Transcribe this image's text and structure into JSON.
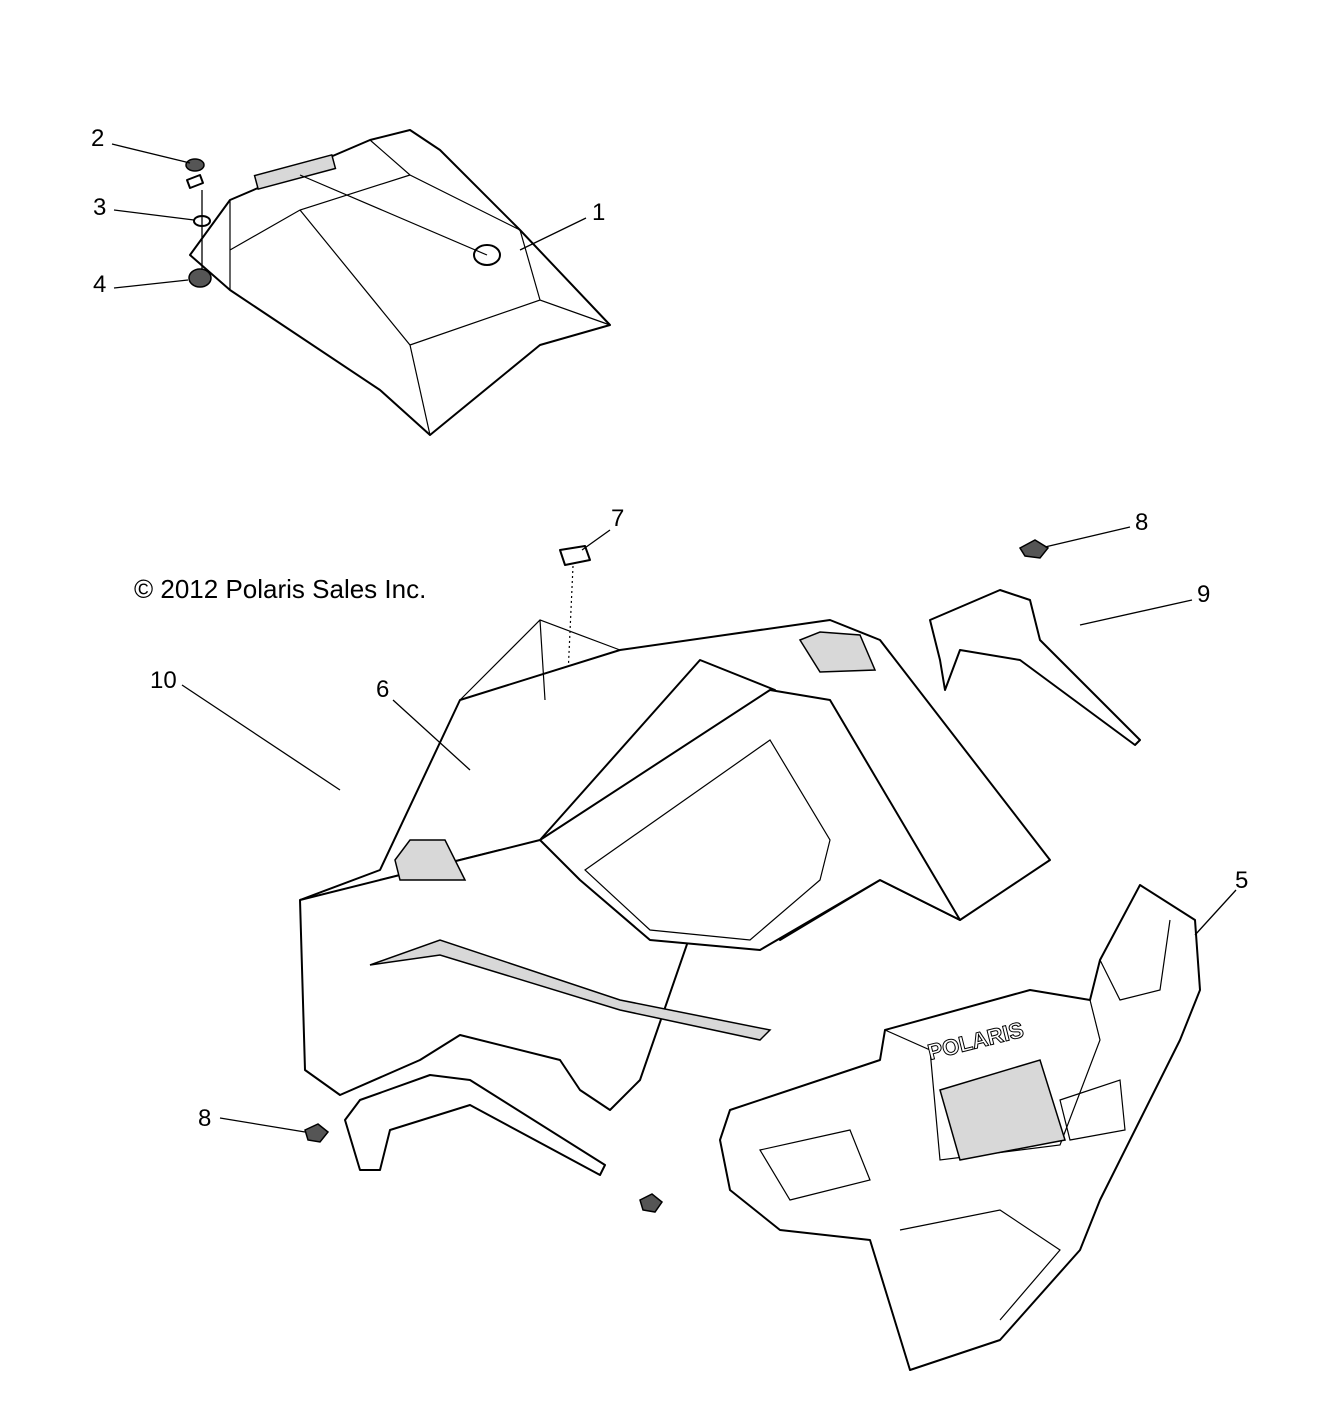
{
  "diagram": {
    "copyright": "© 2012 Polaris Sales Inc.",
    "logo_text": "POLARIS",
    "callouts": [
      {
        "id": "1",
        "label": "1"
      },
      {
        "id": "2",
        "label": "2"
      },
      {
        "id": "3",
        "label": "3"
      },
      {
        "id": "4",
        "label": "4"
      },
      {
        "id": "5",
        "label": "5"
      },
      {
        "id": "6",
        "label": "6"
      },
      {
        "id": "7",
        "label": "7"
      },
      {
        "id": "8a",
        "label": "8"
      },
      {
        "id": "9",
        "label": "9"
      },
      {
        "id": "10",
        "label": "10"
      },
      {
        "id": "8b",
        "label": "8"
      }
    ]
  }
}
